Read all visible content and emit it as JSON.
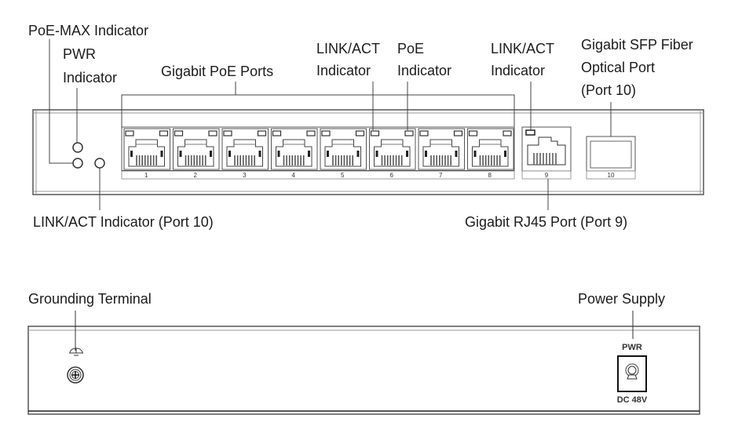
{
  "front_panel": {
    "labels": {
      "poe_max": "PoE-MAX Indicator",
      "pwr_line1": "PWR",
      "pwr_line2": "Indicator",
      "poe_ports": "Gigabit PoE Ports",
      "link_act_line1": "LINK/ACT",
      "link_act_line2": "Indicator",
      "poe_ind_line1": "PoE",
      "poe_ind_line2": "Indicator",
      "link_act9_line1": "LINK/ACT",
      "link_act9_line2": "Indicator",
      "sfp_line1": "Gigabit SFP Fiber",
      "sfp_line2": "Optical Port",
      "sfp_line3": "(Port 10)",
      "link_act10": "LINK/ACT Indicator (Port 10)",
      "rj45_port9": "Gigabit RJ45 Port (Port 9)"
    },
    "ports": [
      {
        "number": "1",
        "type": "RJ45 PoE"
      },
      {
        "number": "2",
        "type": "RJ45 PoE"
      },
      {
        "number": "3",
        "type": "RJ45 PoE"
      },
      {
        "number": "4",
        "type": "RJ45 PoE"
      },
      {
        "number": "5",
        "type": "RJ45 PoE"
      },
      {
        "number": "6",
        "type": "RJ45 PoE"
      },
      {
        "number": "7",
        "type": "RJ45 PoE"
      },
      {
        "number": "8",
        "type": "RJ45 PoE"
      },
      {
        "number": "9",
        "type": "RJ45"
      },
      {
        "number": "10",
        "type": "SFP"
      }
    ]
  },
  "rear_panel": {
    "labels": {
      "grounding": "Grounding Terminal",
      "power_supply": "Power Supply",
      "pwr_marking": "PWR",
      "dc_marking": "DC 48V"
    }
  }
}
